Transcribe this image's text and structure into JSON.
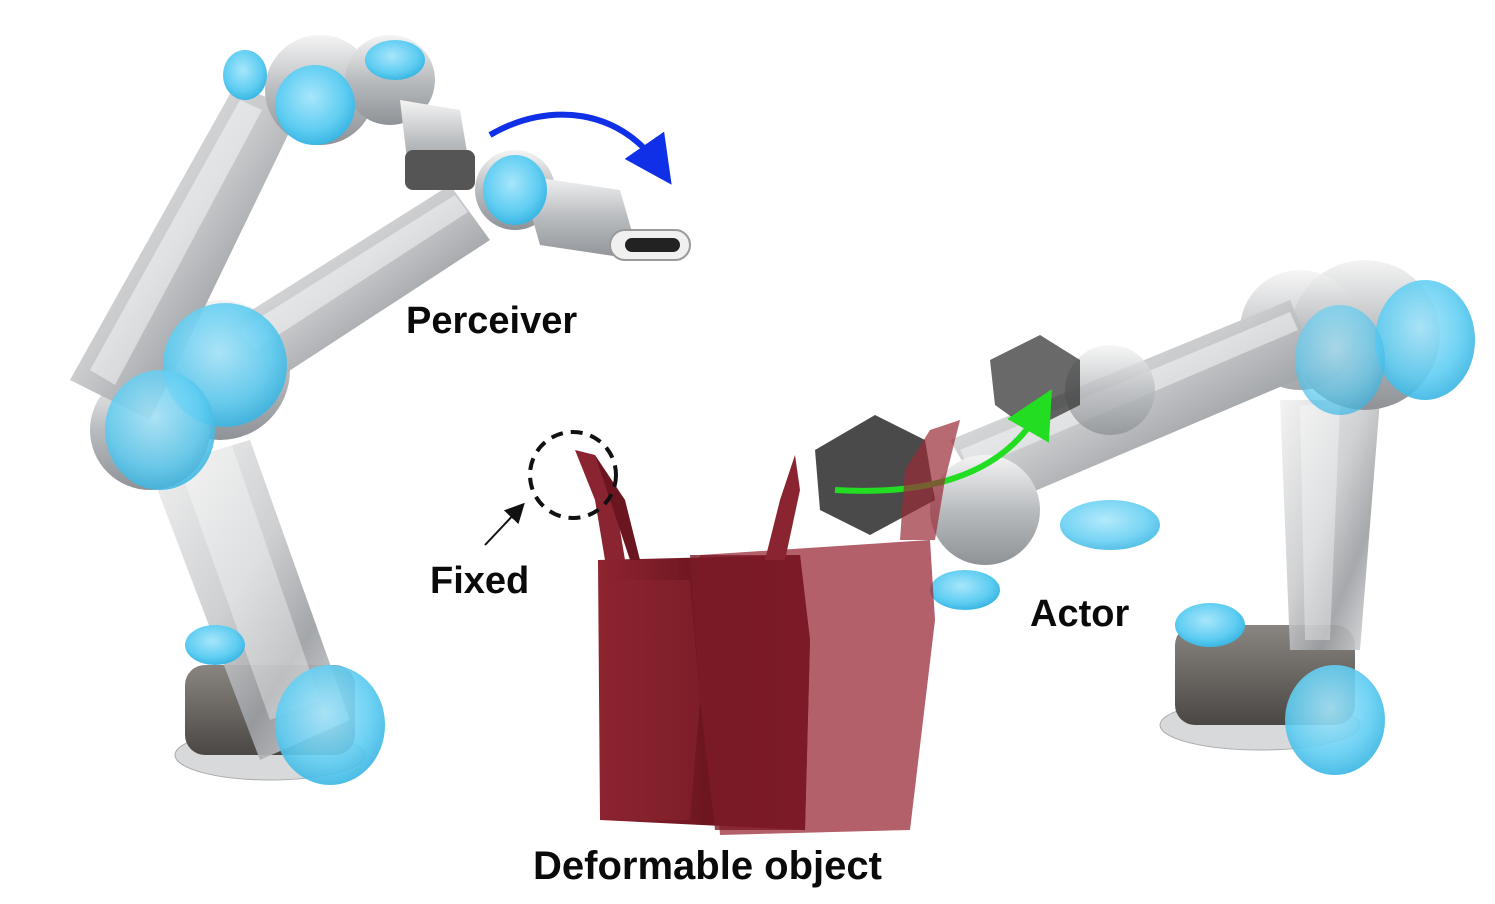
{
  "labels": {
    "perceiver": "Perceiver",
    "fixed": "Fixed",
    "actor": "Actor",
    "deformable_object": "Deformable object"
  },
  "colors": {
    "perceiver_motion_arrow": "#1030e8",
    "actor_motion_arrow": "#22dd22",
    "joint_cap": "#6fd3f5",
    "bag": "#7a1a24"
  }
}
